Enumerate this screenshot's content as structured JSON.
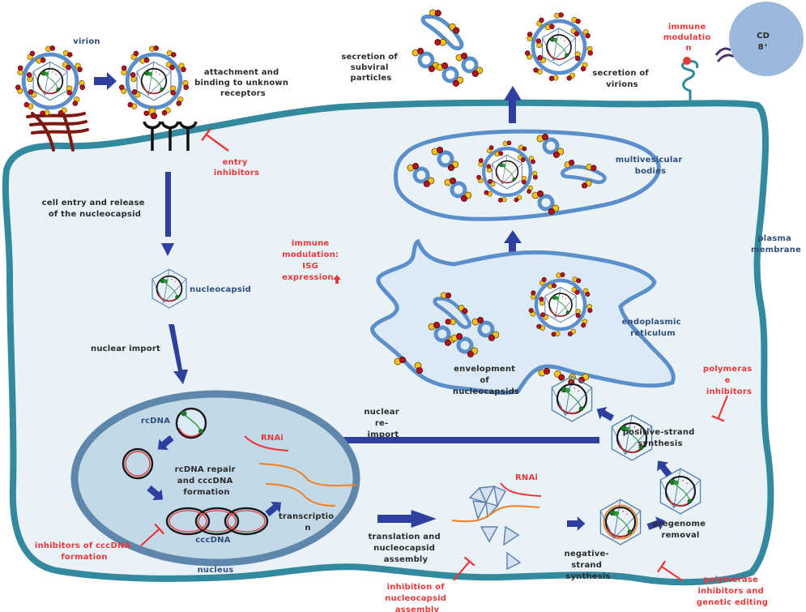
{
  "colors": {
    "membrane": "#33899e",
    "cytoplasm": "#e8f2f7",
    "organelle_outline": "#5b8fcb",
    "organelle_fill": "#dbeaf4",
    "nucleus_outline": "#5f87ac",
    "nucleus_fill": "#c4d9e8",
    "arrow": "#2e3fa0",
    "inhibitor": "#e8393a",
    "label_dark": "#2b2b2b",
    "label_blue": "#2f4f7a",
    "label_red": "#e8393a",
    "protein_red": "#b3141b",
    "protein_yellow": "#f7c21b",
    "rna_orange": "#f07e22",
    "capsid": "#5a7fad",
    "cd8": "#9db8dd",
    "fibers": "#7d1a10"
  },
  "labels": {
    "virion": "virion",
    "attachment": [
      "attachment and",
      "binding to unknown",
      "receptors"
    ],
    "entry_inhibitors": [
      "entry",
      "inhibitors"
    ],
    "cell_entry": [
      "cell entry and release",
      "of the nucleocapsid"
    ],
    "nucleocapsid": "nucleocapsid",
    "nuclear_import": "nuclear import",
    "immune_modulation_isg": [
      "immune",
      "modulation:",
      "ISG",
      "expression"
    ],
    "secretion_subviral": [
      "secretion of",
      "subviral",
      "particles"
    ],
    "secretion_virions": [
      "secretion of",
      "virions"
    ],
    "immune_modulation_top": [
      "immune",
      "modulatio",
      "n"
    ],
    "cd8": [
      "CD",
      "8⁺"
    ],
    "multivesicular": [
      "multivesicular",
      "bodies"
    ],
    "plasma_membrane": [
      "plasma",
      "membrane"
    ],
    "endoplasmic": [
      "endoplasmic",
      "reticulum"
    ],
    "envelopment": [
      "envelopment",
      "of",
      "nucleocapsids"
    ],
    "polymerase_inhibitors_top": [
      "polymeras",
      "e",
      "inhibitors"
    ],
    "nuclear_reimport": [
      "nuclear",
      "re-",
      "import"
    ],
    "positive_strand": [
      "positive-strand",
      "synthesis"
    ],
    "rcdna": "rcDNA",
    "rnai_nucleus": "RNAi",
    "rcdna_repair": [
      "rcDNA repair",
      "and cccDNA",
      "formation"
    ],
    "transcription": [
      "transcriptio",
      "n"
    ],
    "cccdna": "cccDNA",
    "inhibitors_cccdna": [
      "inhibitors of cccDNA",
      "formation"
    ],
    "nucleus": "nucleus",
    "translation": [
      "translation and",
      "nucleocapsid",
      "assembly"
    ],
    "rnai_cyto": "RNAi",
    "inhibition_assembly": [
      "inhibition of",
      "nucleocapsid",
      "assembly"
    ],
    "negative_strand": [
      "negative-",
      "strand",
      "synthesis"
    ],
    "pregenome_removal": [
      "pregenome",
      "removal"
    ],
    "polymerase_editing": [
      "polymerase",
      "inhibitors and",
      "genetic editing"
    ]
  },
  "icons": {
    "isg_up": "up-arrow-icon"
  }
}
